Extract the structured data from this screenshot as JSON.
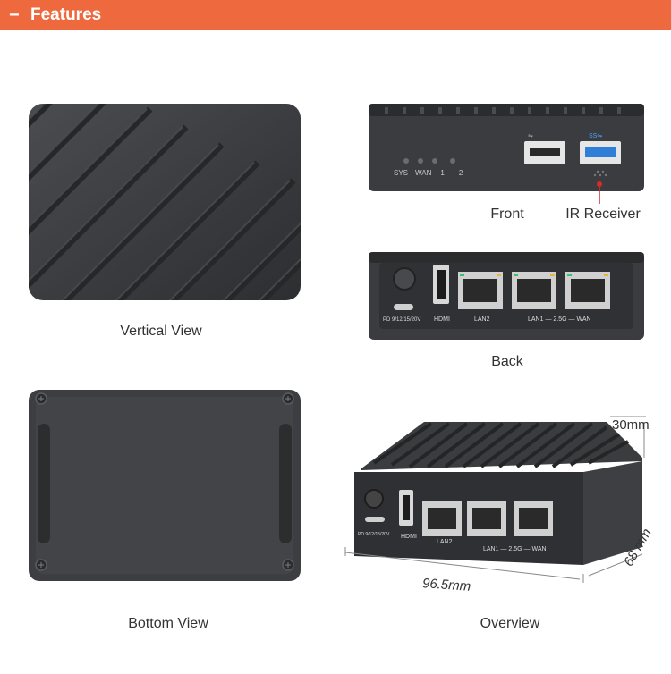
{
  "header": {
    "title": "Features",
    "toggle": "−"
  },
  "views": {
    "vertical": "Vertical View",
    "front": "Front",
    "ir_receiver": "IR Receiver",
    "back": "Back",
    "bottom": "Bottom View",
    "overview": "Overview"
  },
  "front_panel": {
    "leds": [
      "SYS",
      "WAN",
      "1",
      "2"
    ],
    "ports": [
      "USB 2.0",
      "USB 3.0"
    ]
  },
  "back_panel": {
    "ports": [
      "HDMI",
      "LAN2",
      "LAN1",
      "WAN"
    ],
    "power_label": "PD 9/12/15/20V",
    "speed_label": "LAN1 — 2.5G — WAN"
  },
  "dimensions": {
    "height": "30mm",
    "length": "96.5mm",
    "width": "68 mm"
  }
}
